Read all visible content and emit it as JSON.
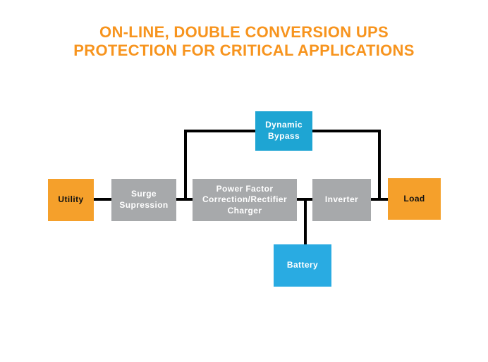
{
  "title": {
    "lines": [
      "ON-LINE, DOUBLE CONVERSION UPS",
      "PROTECTION FOR CRITICAL APPLICATIONS"
    ]
  },
  "nodes": {
    "utility": {
      "label": "Utility",
      "lines": [
        "Utility"
      ],
      "color": "#F5A02B",
      "text_color": "#111111"
    },
    "surge": {
      "label": "Surge Supression",
      "lines": [
        "Surge",
        "Supression"
      ],
      "color": "#A7A9AB",
      "text_color": "#ffffff"
    },
    "pfc": {
      "label": "Power Factor Correction/Rectifier Charger",
      "lines": [
        "Power Factor",
        "Correction/Rectifier",
        "Charger"
      ],
      "color": "#A7A9AB",
      "text_color": "#ffffff"
    },
    "inverter": {
      "label": "Inverter",
      "lines": [
        "Inverter"
      ],
      "color": "#A7A9AB",
      "text_color": "#ffffff"
    },
    "load": {
      "label": "Load",
      "lines": [
        "Load"
      ],
      "color": "#F5A02B",
      "text_color": "#111111"
    },
    "bypass": {
      "label": "Dynamic Bypass",
      "lines": [
        "Dynamic",
        "Bypass"
      ],
      "color": "#1EA5D3",
      "text_color": "#ffffff"
    },
    "battery": {
      "label": "Battery",
      "lines": [
        "Battery"
      ],
      "color": "#29ABE2",
      "text_color": "#ffffff"
    }
  },
  "edges": [
    {
      "from": "utility",
      "to": "surge"
    },
    {
      "from": "surge",
      "to": "pfc"
    },
    {
      "from": "pfc",
      "to": "inverter"
    },
    {
      "from": "inverter",
      "to": "load"
    },
    {
      "from": "surge-pfc-junction",
      "to": "bypass"
    },
    {
      "from": "bypass",
      "to": "inverter-load-junction"
    },
    {
      "from": "pfc-inverter-junction",
      "to": "battery"
    }
  ],
  "colors": {
    "title": "#F7941E",
    "orange_box": "#F5A02B",
    "gray_box": "#A7A9AB",
    "blue_bypass_box": "#1EA5D3",
    "blue_battery_box": "#29ABE2",
    "edge_line": "#000000",
    "background": "#ffffff"
  }
}
